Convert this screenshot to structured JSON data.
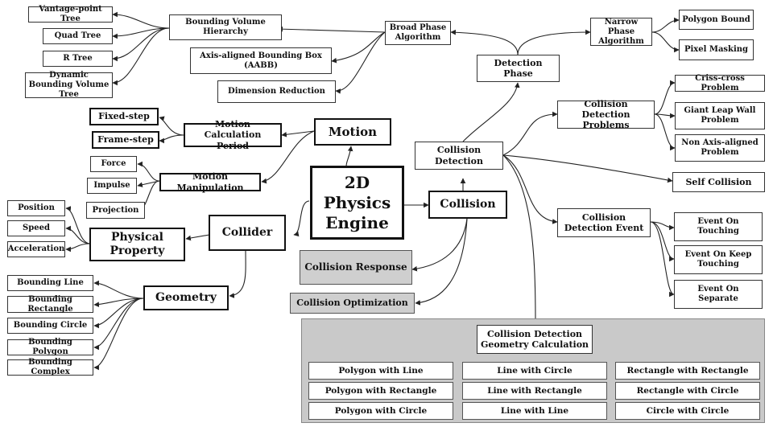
{
  "center": "2D Physics Engine",
  "motion": {
    "label": "Motion",
    "calc_period": {
      "label": "Motion Calculation Period",
      "items": [
        "Fixed-step",
        "Frame-step"
      ]
    },
    "manipulation": {
      "label": "Motion Manipulation",
      "items": [
        "Force",
        "Impulse",
        "Projection"
      ]
    }
  },
  "collider": {
    "label": "Collider",
    "physical_property": {
      "label": "Physical Property",
      "items": [
        "Position",
        "Speed",
        "Acceleration"
      ]
    },
    "geometry": {
      "label": "Geometry",
      "items": [
        "Bounding Line",
        "Bounding Rectangle",
        "Bounding Circle",
        "Bounding Polygon",
        "Bounding Complex"
      ]
    }
  },
  "collision": {
    "label": "Collision",
    "response": "Collision Response",
    "optimization": "Collision Optimization",
    "detection": {
      "label": "Collision Detection",
      "phase": {
        "label": "Detection Phase",
        "broad": {
          "label": "Broad Phase Algorithm",
          "bvh": {
            "label": "Bounding Volume Hierarchy",
            "items": [
              "Vantage-point Tree",
              "Quad Tree",
              "R Tree",
              "Dynamic Bounding Volume Tree"
            ]
          },
          "aabb": "Axis-aligned Bounding Box (AABB)",
          "dimension": "Dimension Reduction"
        },
        "narrow": {
          "label": "Narrow Phase Algorithm",
          "items": [
            "Polygon Bound",
            "Pixel Masking"
          ]
        }
      },
      "problems": {
        "label": "Collision Detection Problems",
        "items": [
          "Criss-cross Problem",
          "Giant Leap Wall Problem",
          "Non Axis-aligned Problem"
        ]
      },
      "self": "Self Collision",
      "event": {
        "label": "Collision Detection Event",
        "items": [
          "Event On Touching",
          "Event On Keep Touching",
          "Event On Separate"
        ]
      },
      "geometry_calc": {
        "label": "Collision Detection Geometry Calculation",
        "items": [
          "Polygon with Line",
          "Line with Circle",
          "Rectangle with Rectangle",
          "Polygon with Rectangle",
          "Line with Rectangle",
          "Rectangle with Circle",
          "Polygon with Circle",
          "Line with Line",
          "Circle with Circle"
        ]
      }
    }
  }
}
